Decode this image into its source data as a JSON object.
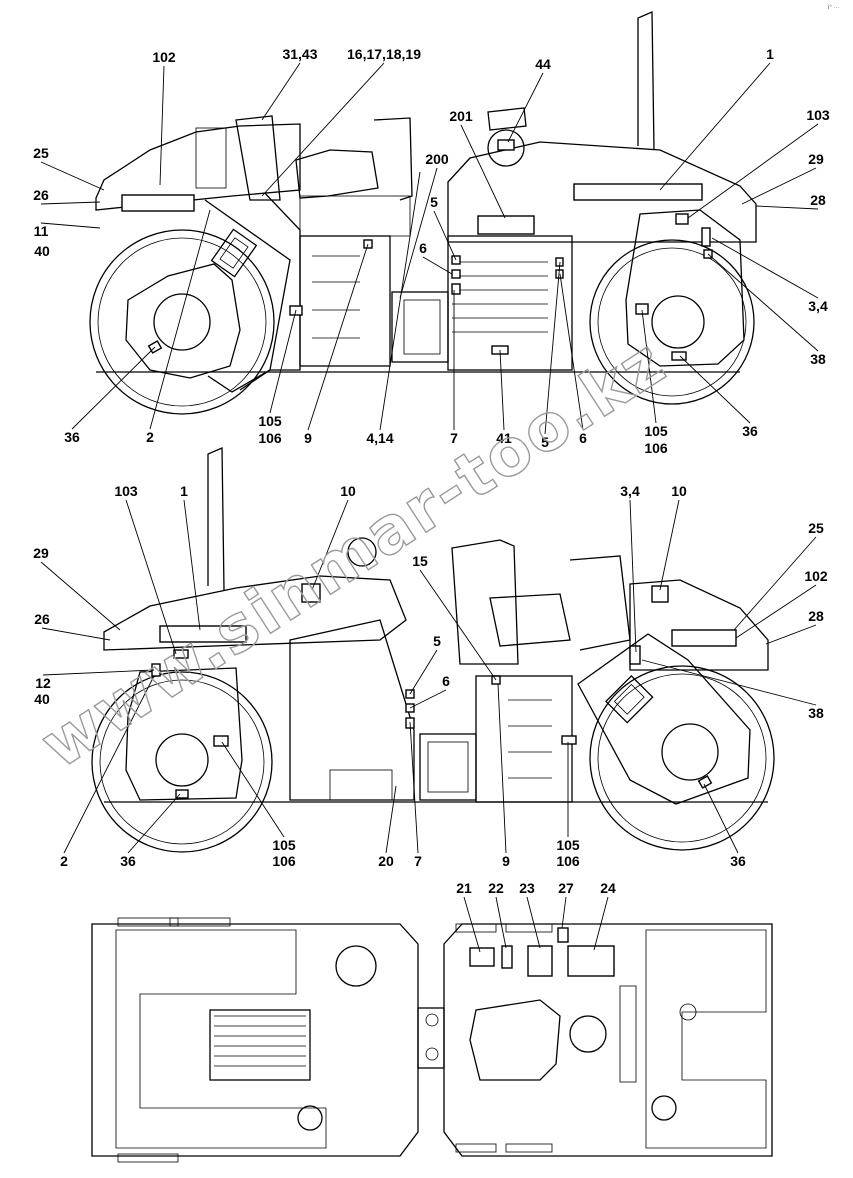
{
  "corner_mark": "i° ···",
  "watermark": "www.sinmar-too.kz",
  "views": {
    "side_view_1": {
      "callouts": [
        "102",
        "31,43",
        "16,17,18,19",
        "44",
        "1",
        "103",
        "201",
        "200",
        "29",
        "28",
        "25",
        "26",
        "11",
        "40",
        "5",
        "6",
        "3,4",
        "38",
        "36",
        "2",
        "105",
        "106",
        "9",
        "4,14",
        "7",
        "41",
        "5",
        "6",
        "105",
        "106",
        "36"
      ]
    },
    "side_view_2": {
      "callouts": [
        "103",
        "1",
        "10",
        "3,4",
        "10",
        "25",
        "102",
        "29",
        "15",
        "28",
        "26",
        "5",
        "12",
        "40",
        "6",
        "38",
        "2",
        "36",
        "105",
        "106",
        "20",
        "7",
        "9",
        "105",
        "106",
        "36"
      ]
    },
    "top_view": {
      "callouts": [
        "21",
        "22",
        "23",
        "27",
        "24"
      ]
    }
  }
}
